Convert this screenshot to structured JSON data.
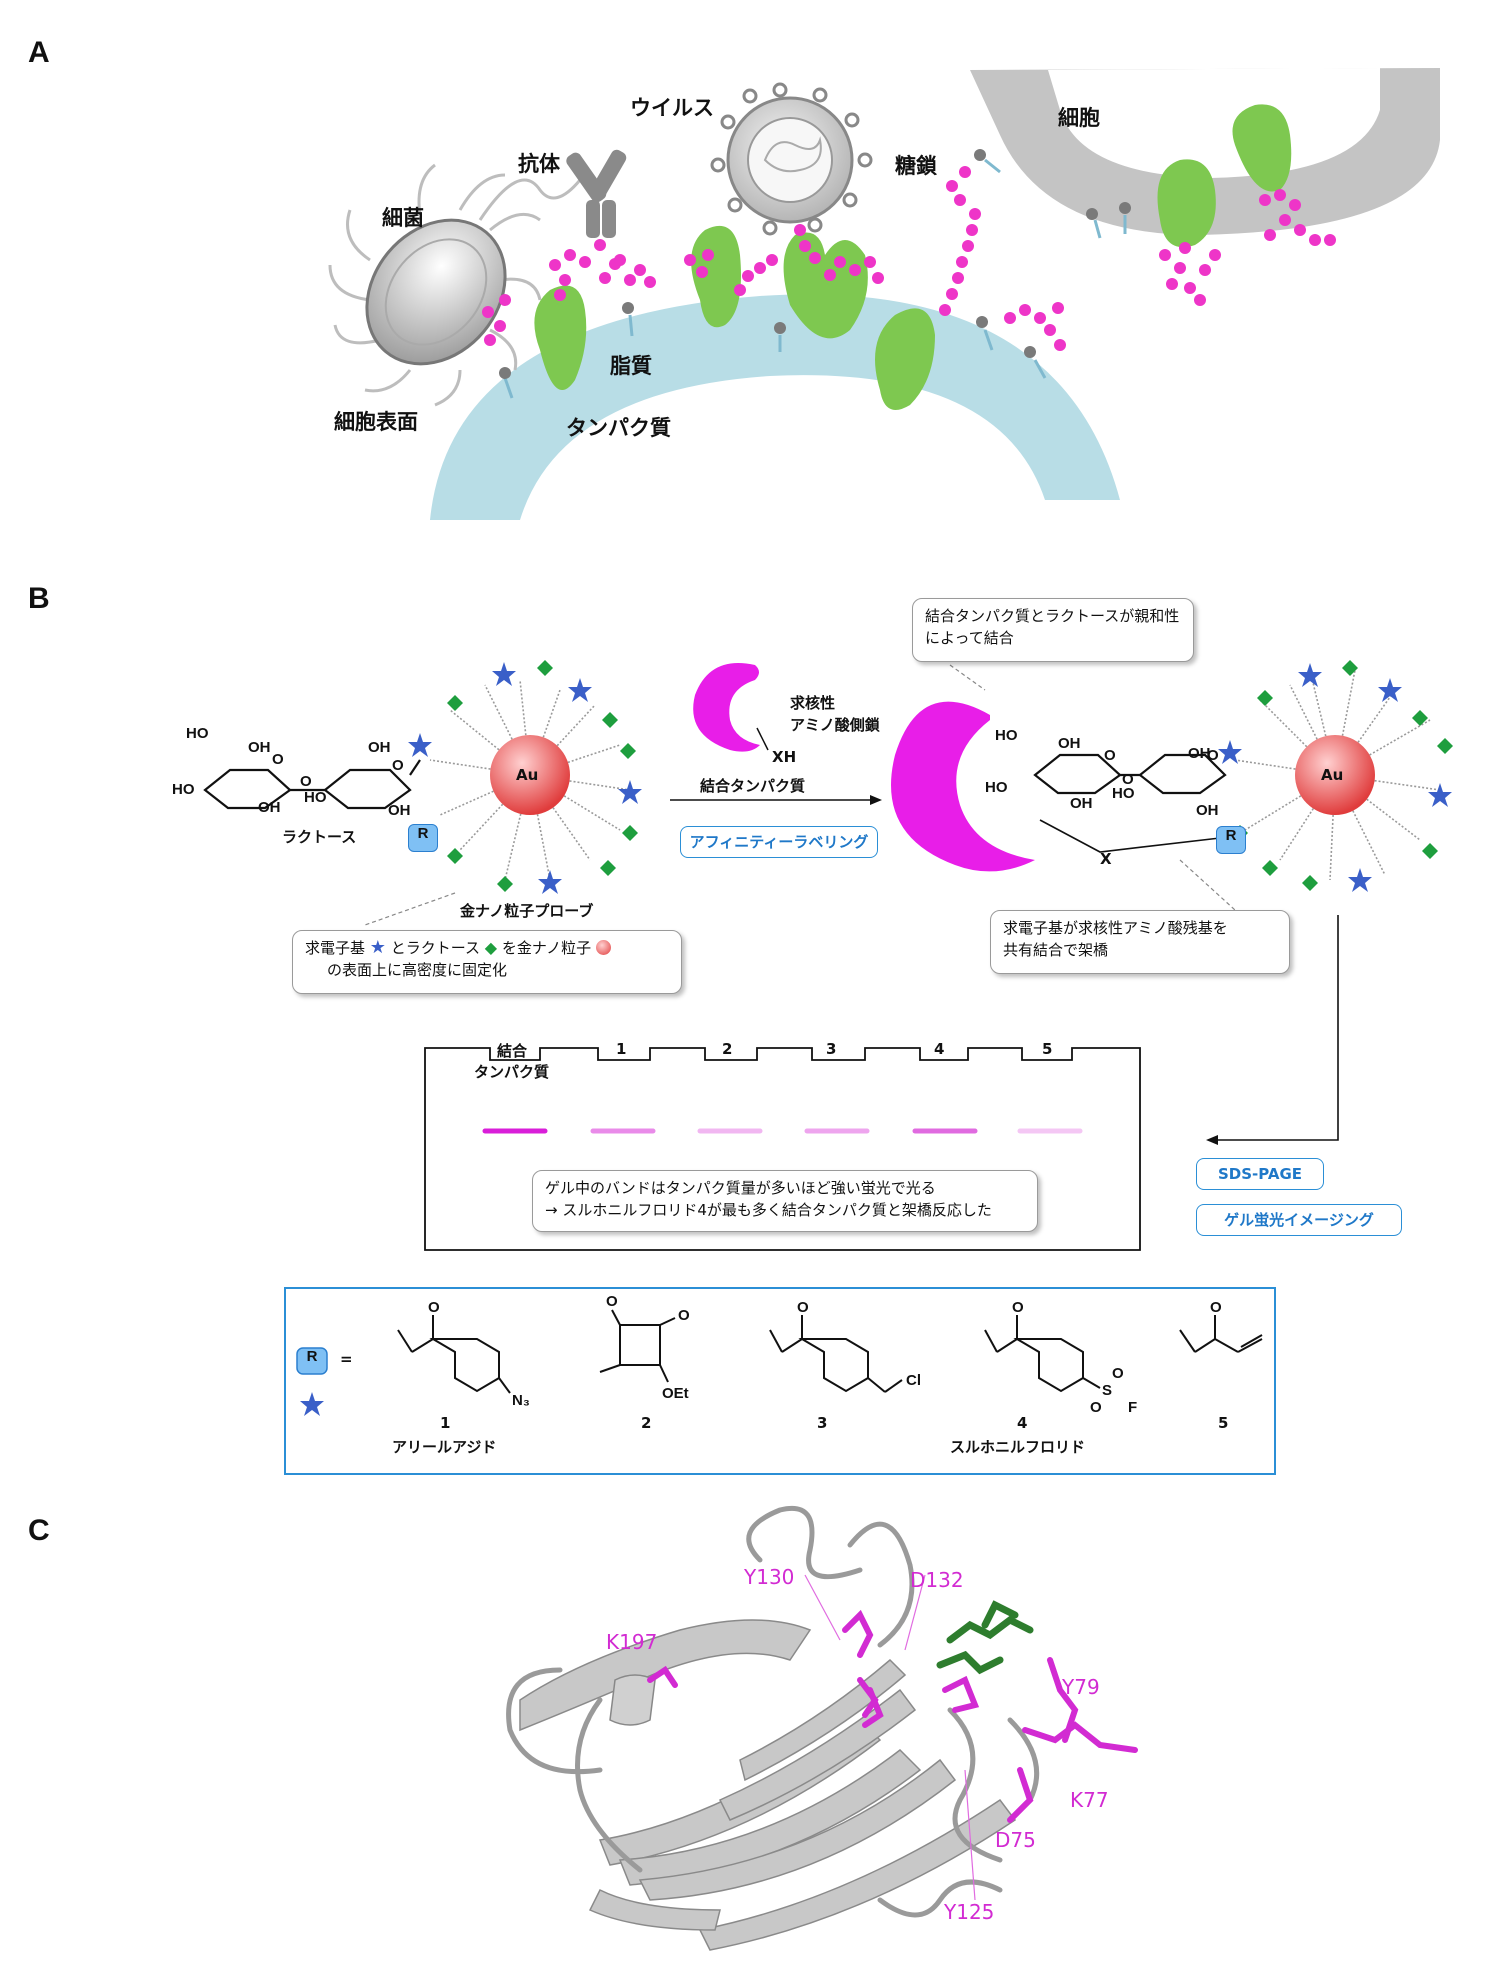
{
  "panels": {
    "a": "A",
    "b": "B",
    "c": "C"
  },
  "panel_a": {
    "bacteria": "細菌",
    "antibody": "抗体",
    "virus": "ウイルス",
    "cell": "細胞",
    "glycan": "糖鎖",
    "lipid": "脂質",
    "cell_surface": "細胞表面",
    "protein": "タンパク質",
    "colors": {
      "membrane": "#b8dde6",
      "cell": "#c4c4c4",
      "protein": "#7ec850",
      "glycan": "#ee35c8",
      "lipid_head": "#7a7a7a"
    }
  },
  "panel_b": {
    "lactose": "ラクトース",
    "gold": "Au",
    "probe": "金ナノ粒子プローブ",
    "r_badge": "R",
    "x_label": "X",
    "xh": "XH",
    "nucleophile_line1": "求核性",
    "nucleophile_line2": "アミノ酸側鎖",
    "binding_protein": "結合タンパク質",
    "affinity": "アフィニティーラベリング",
    "note_affinity_line1": "結合タンパク質とラクトースが親和性",
    "note_affinity_line2": "によって結合",
    "note_probe_p1": "求電子基",
    "note_probe_p2": "とラクトース",
    "note_probe_p3": "を金ナノ粒子",
    "note_probe_line2": "の表面上に高密度に固定化",
    "note_crosslink_line1": "求電子基が求核性アミノ酸残基を",
    "note_crosslink_line2": "共有結合で架橋",
    "sds": "SDS-PAGE",
    "gel_imaging": "ゲル蛍光イメージング",
    "gel_lane0_line1": "結合",
    "gel_lane0_line2": "タンパク質",
    "gel_lanes": [
      "1",
      "2",
      "3",
      "4",
      "5"
    ],
    "gel_band_intensity": [
      1.0,
      0.45,
      0.25,
      0.35,
      0.65,
      0.2
    ],
    "note_gel_line1": "ゲル中のバンドはタンパク質量が多いほど強い蛍光で光る",
    "note_gel_line2": "→ スルホニルフロリド4が最も多く結合タンパク質と架橋反応した",
    "colors": {
      "star": "#3a5fc8",
      "diamond": "#1e9e3e",
      "gold": "#e84c4c",
      "protein": "#e81ee8",
      "pill": "#2b8fd6"
    },
    "reagents": {
      "r_badge": "R",
      "equals": "=",
      "items": [
        {
          "num": "1",
          "name": "アリールアジド",
          "sub": "N3"
        },
        {
          "num": "2",
          "name": "",
          "sub": "OEt"
        },
        {
          "num": "3",
          "name": "",
          "sub": "Cl"
        },
        {
          "num": "4",
          "name": "スルホニルフロリド",
          "sub": "F"
        },
        {
          "num": "5",
          "name": "",
          "sub": ""
        }
      ]
    }
  },
  "panel_c": {
    "residues": [
      "Y130",
      "D132",
      "K197",
      "Y79",
      "K77",
      "D75",
      "Y125"
    ],
    "colors": {
      "ribbon": "#c8c8c8",
      "residue": "#d22bd2",
      "ligand": "#2e7d2e"
    }
  }
}
